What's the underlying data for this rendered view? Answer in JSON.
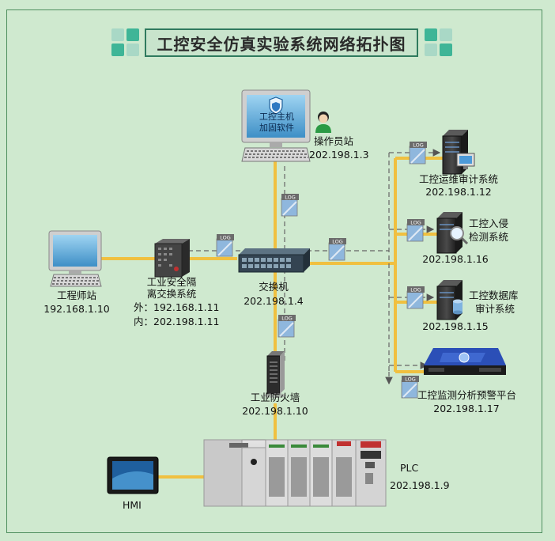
{
  "title": "工控安全仿真实验系统网络拓扑图",
  "log_badge": "LOG",
  "nodes": {
    "operator": {
      "screen_line1": "工控主机",
      "screen_line2": "加固软件",
      "name": "操作员站",
      "ip": "202.198.1.3"
    },
    "engineer": {
      "name": "工程师站",
      "ip": "192.168.1.10"
    },
    "gap": {
      "name_line1": "工业安全隔",
      "name_line2": "离交换系统",
      "ip_outer": "外：192.168.1.11",
      "ip_inner": "内：202.198.1.11"
    },
    "switch": {
      "name": "交换机",
      "ip": "202.198.1.4"
    },
    "firewall": {
      "name": "工业防火墙",
      "ip": "202.198.1.10"
    },
    "ops_audit": {
      "name": "工控运维审计系统",
      "ip": "202.198.1.12"
    },
    "ids": {
      "name_line1": "工控入侵",
      "name_line2": "检测系统",
      "ip": "202.198.1.16"
    },
    "db_audit": {
      "name_line1": "工控数据库",
      "name_line2": "审计系统",
      "ip": "202.198.1.15"
    },
    "monitor": {
      "name": "工控监测分析预警平台",
      "ip": "202.198.1.17"
    },
    "plc": {
      "name": "PLC",
      "ip": "202.198.1.9"
    },
    "hmi": {
      "name": "HMI"
    }
  },
  "colors": {
    "link": "#f0c040",
    "log_link": "#666666",
    "frame": "#4f8f5f",
    "title_border": "#2f7a5e",
    "background": "#cfe9cf"
  }
}
